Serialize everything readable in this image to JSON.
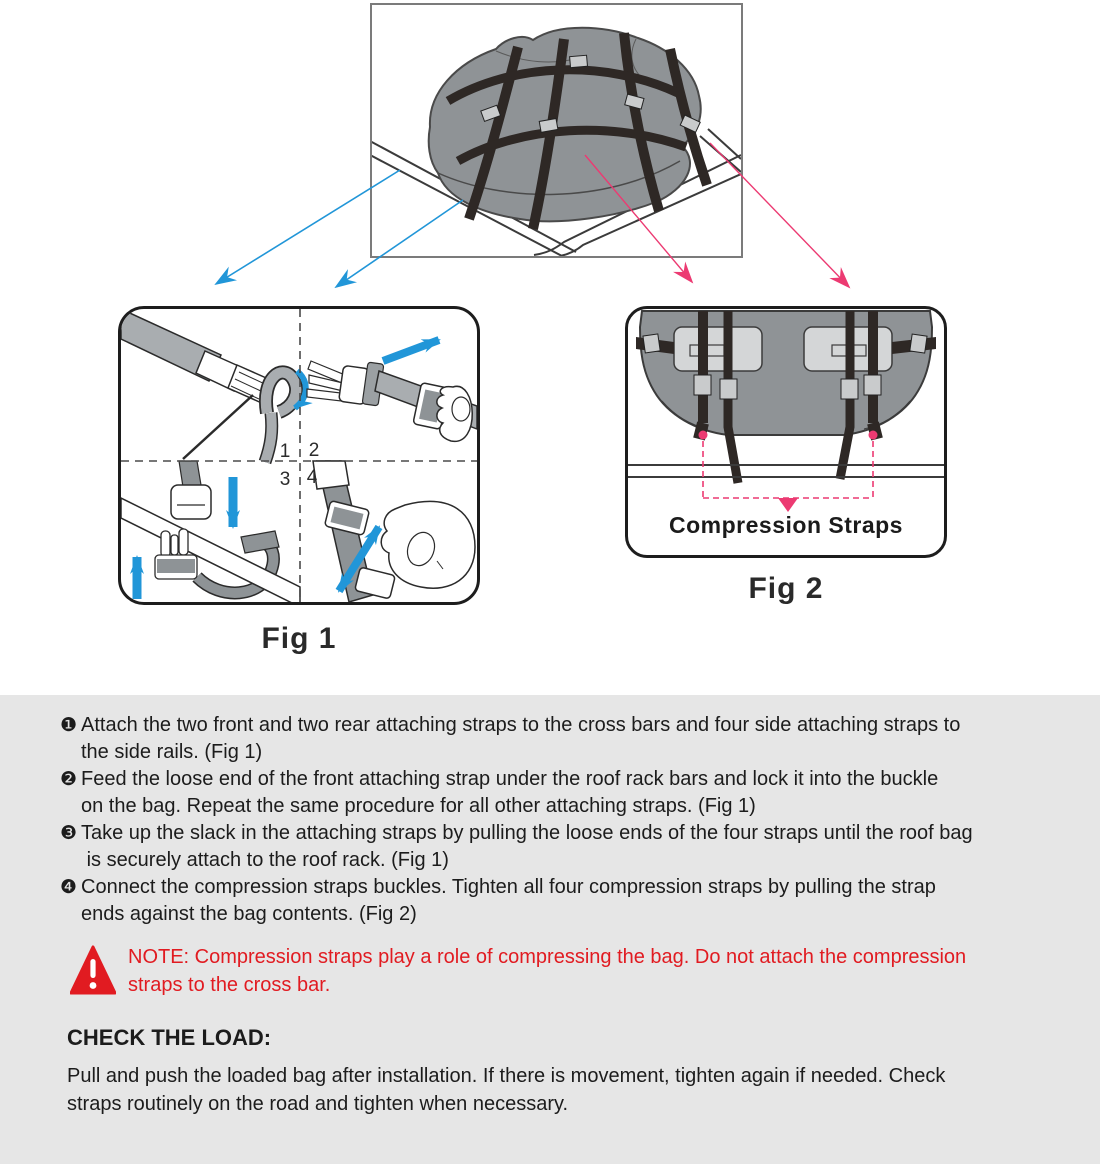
{
  "figures": {
    "fig1": {
      "label": "Fig 1",
      "quadrants": [
        "1",
        "2",
        "3",
        "4"
      ]
    },
    "fig2": {
      "label": "Fig 2",
      "caption": "Compression Straps"
    }
  },
  "instructions": {
    "steps": [
      {
        "bullet": "❶",
        "line1": "Attach the two front and two rear attaching straps to the cross bars and four side attaching straps to",
        "line2": "the side rails. (Fig 1)"
      },
      {
        "bullet": "❷",
        "line1": "Feed the loose end of the front attaching strap under the roof rack bars and lock it into the buckle",
        "line2": "on the bag. Repeat the same procedure for all other attaching straps. (Fig 1)"
      },
      {
        "bullet": "❸",
        "line1": "Take up the slack in the attaching straps by pulling the loose ends of the four straps until the roof bag",
        "line2": " is securely attach to the roof rack. (Fig 1)"
      },
      {
        "bullet": "❹",
        "line1": "Connect the compression straps buckles. Tighten all four compression straps by pulling the strap",
        "line2": "ends against the bag contents. (Fig 2)"
      }
    ],
    "note": {
      "line1": "NOTE: Compression straps play a role of compressing the bag. Do not attach the compression",
      "line2": "straps to the cross bar."
    },
    "check": {
      "heading": "CHECK THE LOAD:",
      "line1": "Pull and push the loaded bag after installation. If there is movement, tighten again if needed. Check",
      "line2": "straps routinely on the road and tighten when necessary."
    }
  },
  "icons": {
    "warning": "red-triangle-exclamation",
    "blue_callout_arrow": "↘",
    "pink_callout_arrow": "↘"
  },
  "colors": {
    "accent_blue": "#2196d8",
    "accent_pink": "#ec3a72",
    "note_red": "#e11b21",
    "panel_gray": "#e6e6e6",
    "bag_gray": "#8f9396",
    "strap_dark": "#2e2825"
  }
}
